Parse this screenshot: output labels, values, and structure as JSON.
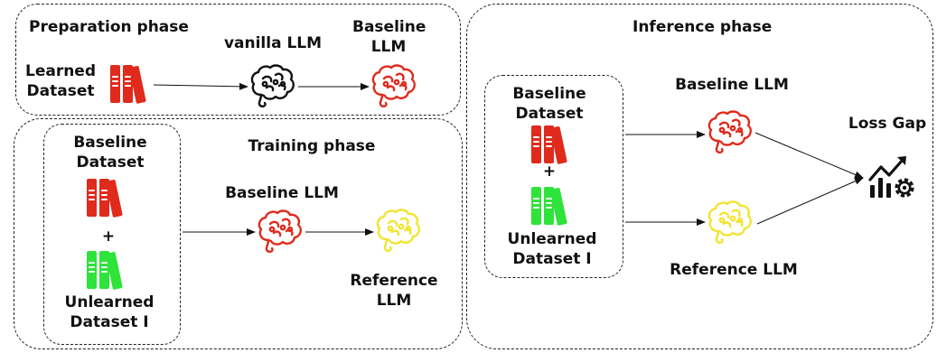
{
  "preparation": {
    "title": "Preparation phase",
    "learned_dataset_line1": "Learned",
    "learned_dataset_line2": "Dataset",
    "vanilla_llm": "vanilla LLM",
    "baseline_llm_line1": "Baseline",
    "baseline_llm_line2": "LLM"
  },
  "training": {
    "title": "Training phase",
    "baseline_dataset_line1": "Baseline",
    "baseline_dataset_line2": "Dataset",
    "plus": "+",
    "unlearned_dataset_line1": "Unlearned",
    "unlearned_dataset_line2": "Dataset I",
    "baseline_llm": "Baseline LLM",
    "reference_llm_line1": "Reference",
    "reference_llm_line2": "LLM"
  },
  "inference": {
    "title": "Inference phase",
    "baseline_dataset_line1": "Baseline",
    "baseline_dataset_line2": "Dataset",
    "plus": "+",
    "unlearned_dataset_line1": "Unlearned",
    "unlearned_dataset_line2": "Dataset I",
    "baseline_llm": "Baseline LLM",
    "reference_llm": "Reference LLM",
    "loss_gap": "Loss Gap"
  },
  "colors": {
    "red": "#e02a1c",
    "green": "#2ee33a",
    "yellow": "#f2e531",
    "black": "#111111"
  },
  "icons": {
    "dataset": "books-icon",
    "llm": "brain-icon",
    "loss_gap": "chart-gear-icon"
  }
}
